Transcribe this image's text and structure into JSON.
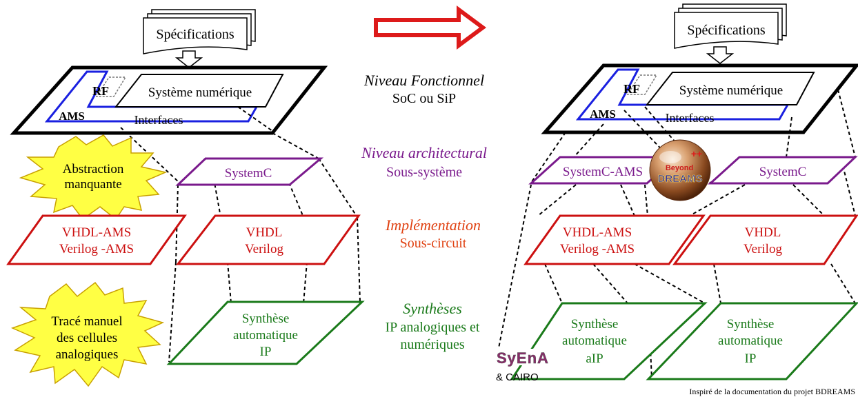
{
  "left": {
    "spec": "Spécifications",
    "rf": "RF",
    "systeme": "Système numérique",
    "ams": "AMS",
    "interfaces": "Interfaces",
    "starTop": [
      "Abstraction",
      "manquante"
    ],
    "systemc": "SystemC",
    "vhdlAms": [
      "VHDL-AMS",
      "Verilog -AMS"
    ],
    "vhdl": [
      "VHDL",
      "Verilog"
    ],
    "starBottom": [
      "Tracé manuel",
      "des cellules",
      "analogiques"
    ],
    "synth": [
      "Synthèse",
      "automatique",
      "IP"
    ]
  },
  "middle": {
    "niveauFonctionnel": "Niveau Fonctionnel",
    "soc": "SoC ou SiP",
    "niveauArchitectural": "Niveau architectural",
    "sousSysteme": "Sous-système",
    "implementation": "Implémentation",
    "sousCircuit": "Sous-circuit",
    "syntheses": "Synthèses",
    "ipLines": [
      "IP analogiques et",
      "numériques"
    ]
  },
  "right": {
    "spec": "Spécifications",
    "rf": "RF",
    "systeme": "Système numérique",
    "ams": "AMS",
    "interfaces": "Interfaces",
    "systemcAms": "SystemC-AMS",
    "systemc": "SystemC",
    "beyond": "Beyond",
    "dreams": "DREAMS",
    "plusplus": "++",
    "vhdlAms": [
      "VHDL-AMS",
      "Verilog -AMS"
    ],
    "vhdl": [
      "VHDL",
      "Verilog"
    ],
    "synthA": [
      "Synthèse",
      "automatique",
      "aIP"
    ],
    "synthB": [
      "Synthèse",
      "automatique",
      "IP"
    ],
    "syena": "SyEnA",
    "cairo": "& CAIRO"
  },
  "footer": "Inspiré de la documentation du projet BDREAMS",
  "colors": {
    "purple": "#7a1a8c",
    "red": "#cc1010",
    "orange": "#e04010",
    "green": "#1a7a1a",
    "blue": "#1a20e0",
    "star": "#ffff44",
    "arrowRed": "#dd1a1a"
  }
}
